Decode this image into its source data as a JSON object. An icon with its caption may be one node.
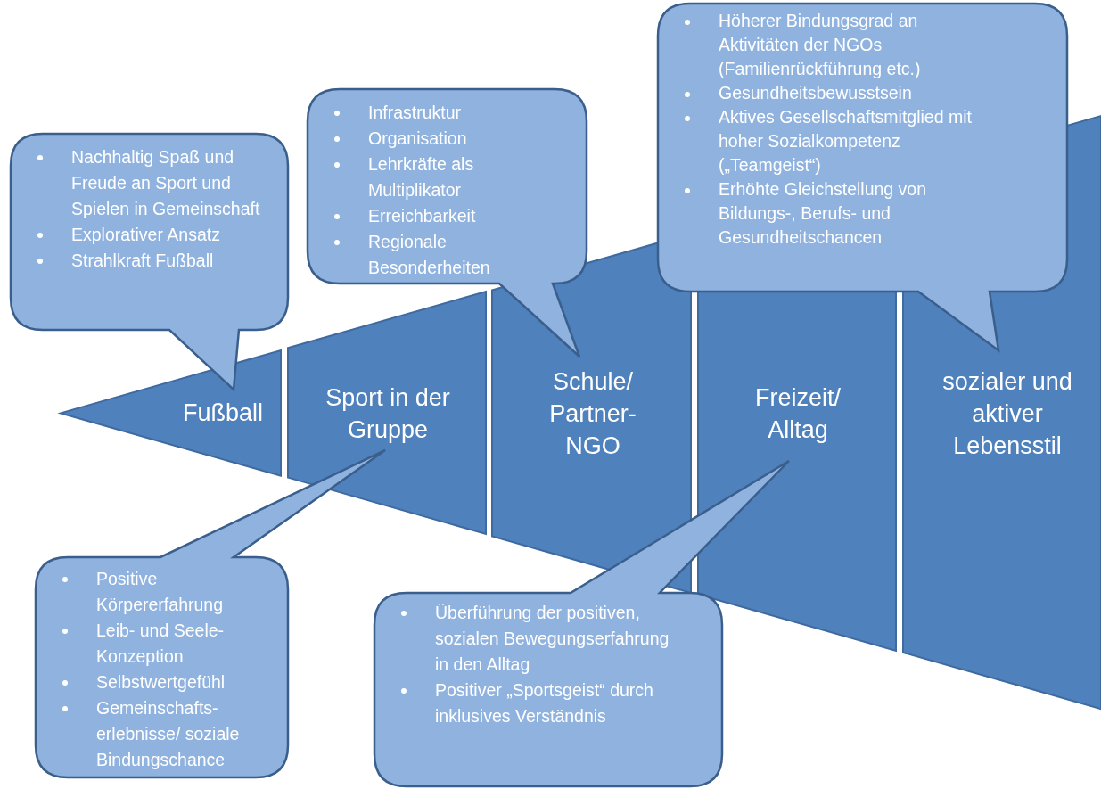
{
  "diagram": {
    "nodes": [
      {
        "text": [
          "Fußball"
        ]
      },
      {
        "text": [
          "Sport in der Gruppe"
        ]
      },
      {
        "text": [
          "Schule/ Partner-NGO"
        ]
      },
      {
        "text": [
          "Freizeit/ Alltag"
        ]
      },
      {
        "text": [
          "sozialer und aktiver Lebensstil"
        ]
      },
      {
        "text": [
          "Nachhaltig Spaß und Freude an Sport und Spielen in Gemeinschaft",
          "Explorativer Ansatz",
          "Strahlkraft Fußball"
        ]
      },
      {
        "text": [
          "Infrastruktur",
          "Organisation",
          "Lehrkräfte als Multiplikator",
          "Erreichbarkeit",
          "Regionale Besonderheiten"
        ]
      },
      {
        "text": [
          "Höherer Bindungsgrad an Aktivitäten der NGOs (Familienrückführung etc.)",
          "Gesundheitsbewusstsein",
          "Aktives Gesellschaftsmitglied mit hoher Sozialkompetenz („Teamgeist“)",
          "Erhöhte Gleichstellung von Bildungs-, Berufs- und Gesundheitschancen"
        ]
      },
      {
        "text": [
          "Positive Körpererfahrung",
          "Leib- und Seele-Konzeption",
          "Selbstwertgefühl",
          "Gemeinschafts-erlebnisse/ soziale Bindungschance"
        ]
      },
      {
        "text": [
          "Überführung der positiven, sozialen Bewegungserfahrung in den Alltag",
          "Positiver „Sportsgeist“ durch inklusives Verständnis"
        ]
      }
    ]
  }
}
